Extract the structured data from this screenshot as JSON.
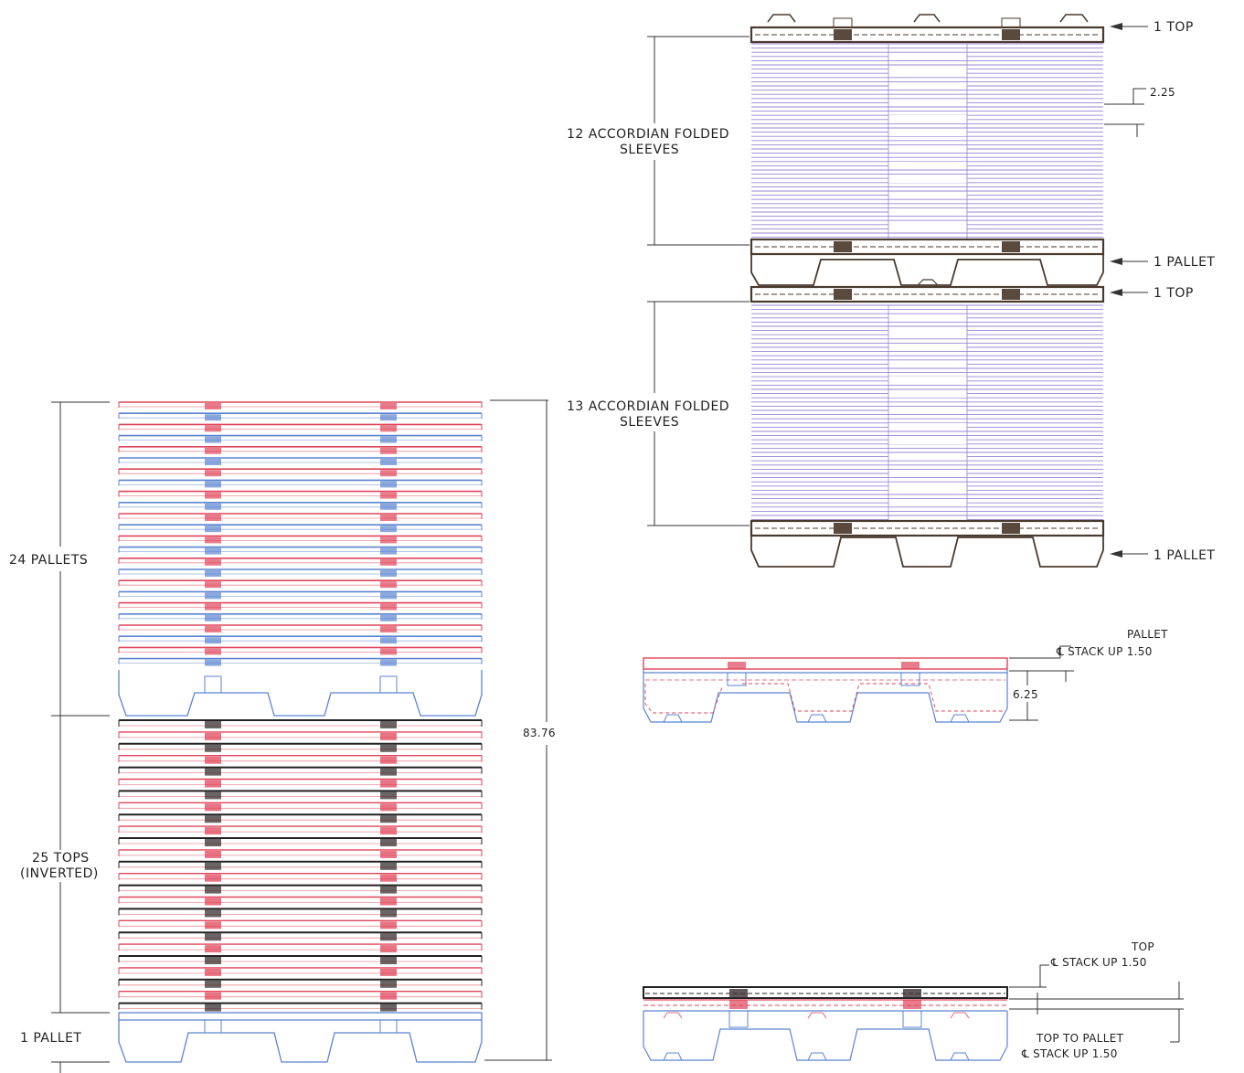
{
  "colors": {
    "red": "#e0455a",
    "blue": "#5b84d0",
    "brown": "#4a3a2e",
    "purple": "#9a86d6",
    "black": "#222222"
  },
  "left_stack": {
    "pallets_label": "24 PALLETS",
    "tops_label_1": "25 TOPS",
    "tops_label_2": "(INVERTED)",
    "bottom_label": "1 PALLET",
    "total_height": "83.76"
  },
  "right_stack": {
    "top1": "1 TOP",
    "dim_225": "2.25",
    "sleeves12_1": "12 ACCORDIAN FOLDED",
    "sleeves12_2": "SLEEVES",
    "pallet1": "1 PALLET",
    "top2": "1 TOP",
    "sleeves13_1": "13 ACCORDIAN FOLDED",
    "sleeves13_2": "SLEEVES",
    "pallet2": "1 PALLET"
  },
  "pallet_stack": {
    "title": "PALLET",
    "stackup": "℄ STACK UP 1.50",
    "dim": "6.25"
  },
  "top_stack": {
    "title": "TOP",
    "stackup": "℄ STACK UP 1.50",
    "ttp1": "TOP TO PALLET",
    "ttp2": "℄ STACK UP 1.50"
  }
}
